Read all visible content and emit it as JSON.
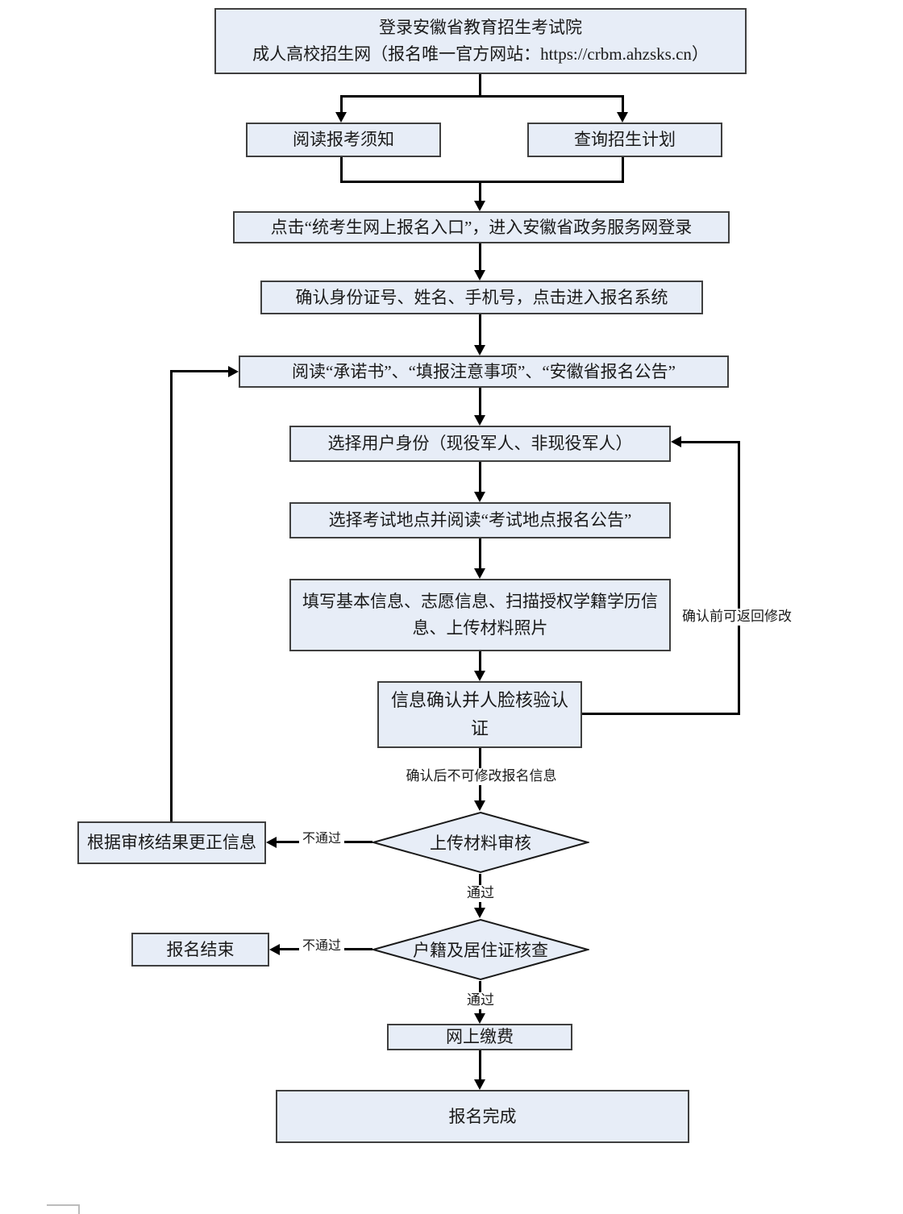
{
  "flowchart": {
    "nodes": {
      "login_line1": "登录安徽省教育招生考试院",
      "login_line2": "成人高校招生网（报名唯一官方网站：https://crbm.ahzsks.cn）",
      "read_notice": "阅读报考须知",
      "query_plan": "查询招生计划",
      "click_entry": "点击“统考生网上报名入口”，进入安徽省政务服务网登录",
      "confirm_identity": "确认身份证号、姓名、手机号，点击进入报名系统",
      "read_docs": "阅读“承诺书”、“填报注意事项”、“安徽省报名公告”",
      "select_user": "选择用户身份（现役军人、非现役军人）",
      "select_location": "选择考试地点并阅读“考试地点报名公告”",
      "fill_info": "填写基本信息、志愿信息、扫描授权学籍学历信息、上传材料照片",
      "info_confirm": "信息确认并人脸核验认证",
      "upload_review": "上传材料审核",
      "correct_info": "根据审核结果更正信息",
      "residence_check": "户籍及居住证核查",
      "register_end": "报名结束",
      "pay_online": "网上缴费",
      "register_complete": "报名完成"
    },
    "edge_labels": {
      "before_confirm": "确认前可返回修改",
      "after_confirm": "确认后不可修改报名信息",
      "pass_1": "通过",
      "pass_2": "通过",
      "fail_1": "不通过",
      "fail_2": "不通过"
    },
    "colors": {
      "node_fill": "#e7edf7",
      "node_border": "#3f3f3f",
      "line": "#000000",
      "background": "#ffffff"
    }
  }
}
